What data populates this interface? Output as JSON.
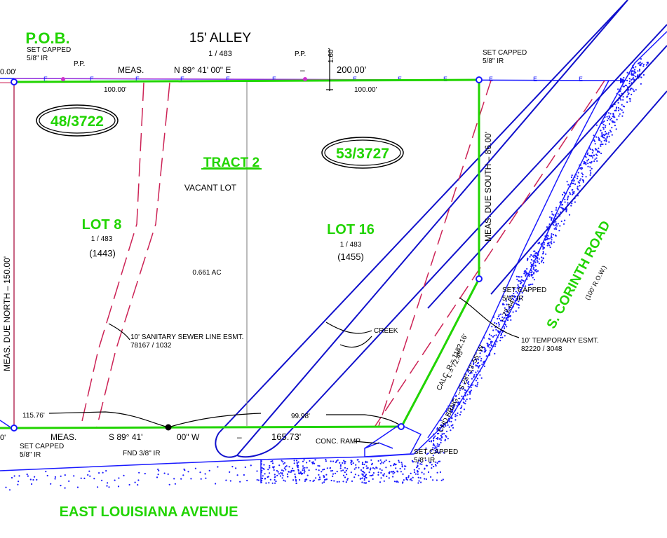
{
  "labels": {
    "pob": "P.O.B.",
    "alley": "15' ALLEY",
    "alley_ref": "1 / 483",
    "set_capped_nw": "SET CAPPED",
    "ir_nw": "5/8\" IR",
    "pp_nw": "P.P.",
    "pp_mid": "P.P.",
    "dim_160": "1.60'",
    "zero_top": "0.00'",
    "meas_top": "MEAS.",
    "bearing_top": "N 89° 41' 00\" E",
    "dash_top": "–",
    "dist_200": "200.00'",
    "dist_100_left": "100.00'",
    "dist_100_right": "100.00'",
    "set_capped_ne": "SET CAPPED",
    "ir_ne": "5/8\" IR",
    "record_48": "48/3722",
    "record_53": "53/3727",
    "tract": "TRACT 2",
    "vacant": "VACANT LOT",
    "acreage": "0.661 AC",
    "lot8": "LOT 8",
    "lot8_ref": "1 / 483",
    "lot8_num": "(1443)",
    "lot16": "LOT 16",
    "lot16_ref": "1 / 483",
    "lot16_num": "(1455)",
    "west_line": "MEAS.   DUE   NORTH   –   150.00'",
    "east_line": "MEAS.  DUE  SOUTH  –  86.00'",
    "sewer_1": "10' SANITARY SEWER LINE ESMT.",
    "sewer_2": "78167 / 1032",
    "creek": "CREEK",
    "set_capped_e": "SET CAPPED",
    "ir_e": "5/8\" IR",
    "temp_esmt_1": "10' TEMPORARY ESMT.",
    "temp_esmt_2": "82220 / 3048",
    "road": "S. CORINTH ROAD",
    "road_row": "(100' R.O.W.)",
    "dist_7244": "– 72.44'",
    "curve_1": "CALC. R = 1182.16'",
    "curve_2": "L = 72.45'",
    "curve_3": "CHD BRNG. – S 28° 13' 55\" W",
    "dist_11576": "115.76'",
    "dist_9998": "99.98'",
    "zero_bottom": "0'",
    "meas_bottom": "MEAS.",
    "bearing_bottom_1": "S 89° 41'",
    "bearing_bottom_2": "00\" W",
    "dash_bottom": "–",
    "dist_16573": "165.73'",
    "set_capped_sw": "SET CAPPED",
    "ir_sw": "5/8\" IR",
    "fnd": "FND 3/8\" IR",
    "ramp": "CONC. RAMP",
    "set_capped_se": "SET CAPPED",
    "ir_se": "5/8\" IR",
    "street": "EAST LOUISIANA AVENUE",
    "elec": "E"
  },
  "colors": {
    "boundary": "#21d400",
    "utility": "#1a1aff",
    "creek": "#1010cc",
    "easement": "#cc2255",
    "property_west": "#b5305a",
    "text": "#000000"
  }
}
